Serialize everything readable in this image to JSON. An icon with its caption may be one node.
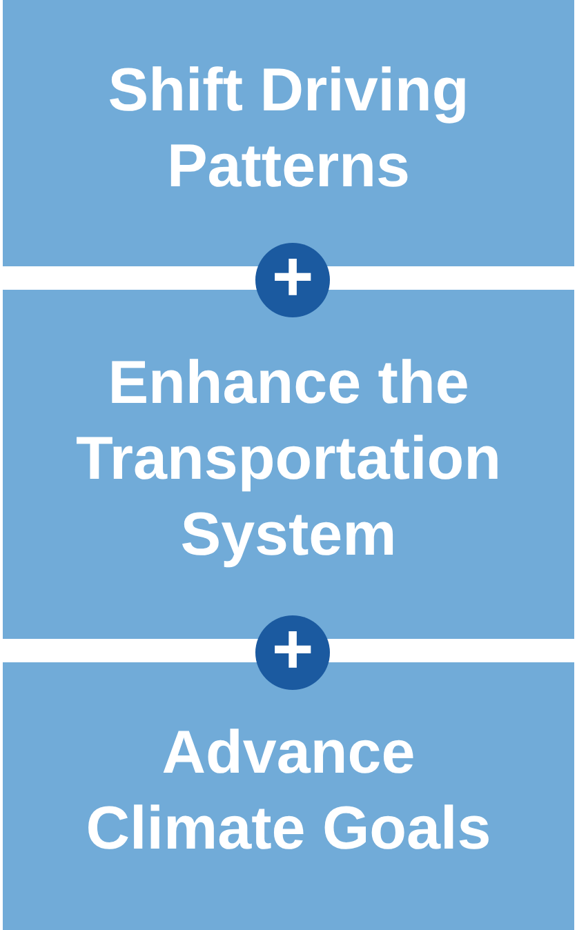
{
  "diagram": {
    "nodes": [
      {
        "text": [
          "Shift Driving Patterns"
        ]
      },
      {
        "text": [
          "+"
        ]
      },
      {
        "text": [
          "Enhance the Transportation System"
        ]
      },
      {
        "text": [
          "+"
        ]
      },
      {
        "text": [
          "Advance Climate Goals"
        ]
      }
    ]
  }
}
